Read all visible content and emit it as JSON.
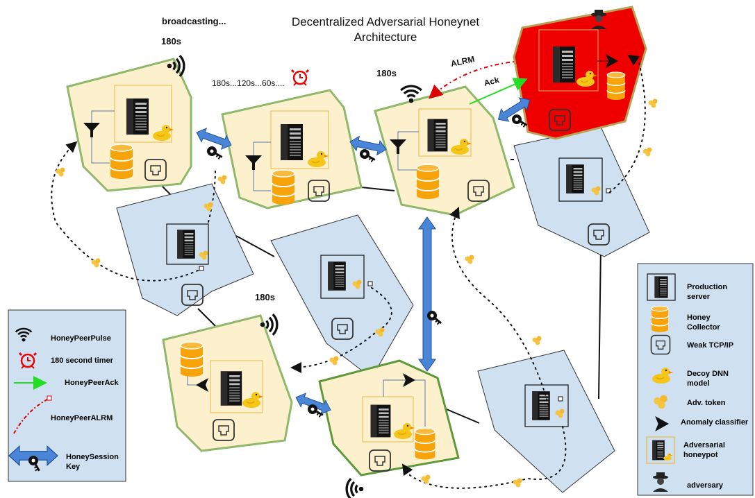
{
  "title": {
    "line1": "Decentralized  Adversarial Honeynet",
    "line2": "Architecture"
  },
  "annotations": {
    "broadcasting": "broadcasting...",
    "timer_sequence": "180s...120s...60s....",
    "pulse_180s": "180s",
    "alrm": "ALRM",
    "ack": "Ack"
  },
  "legend_left": [
    {
      "icon": "pulse-icon",
      "label": "HoneyPeerPulse"
    },
    {
      "icon": "alarm-clock-icon",
      "label": "180 second timer"
    },
    {
      "icon": "green-arrow-icon",
      "label": "HoneyPeerAck"
    },
    {
      "icon": "red-dashed-arrow-icon",
      "label": "HoneyPeerALRM"
    },
    {
      "icon": "session-key-icon",
      "label": "HoneySession Key"
    }
  ],
  "legend_right": [
    {
      "icon": "server-icon",
      "label": "Production server"
    },
    {
      "icon": "database-icon",
      "label": "Honey Collector"
    },
    {
      "icon": "port-icon",
      "label": "Weak TCP/IP"
    },
    {
      "icon": "duck-icon",
      "label": "Decoy DNN model"
    },
    {
      "icon": "token-icon",
      "label": "Adv. token"
    },
    {
      "icon": "classifier-icon",
      "label": "Anomaly classifier"
    },
    {
      "icon": "honeypot-icon",
      "label": "Adversarial honeypot"
    },
    {
      "icon": "adversary-icon",
      "label": "adversary"
    }
  ],
  "colors": {
    "honeypot_fill": "#fdf0cc",
    "honeypot_border": "#8fb86a",
    "server_node_fill": "#cfe0f1",
    "compromised_fill": "#ee0000",
    "compromised_border": "#b8a055",
    "session_key_arrow": "#4a86d8",
    "ack_arrow": "#22dd22",
    "alrm_arrow": "#dd0000",
    "honey_collector": "#f7a30a",
    "duck": "#f5c518"
  }
}
